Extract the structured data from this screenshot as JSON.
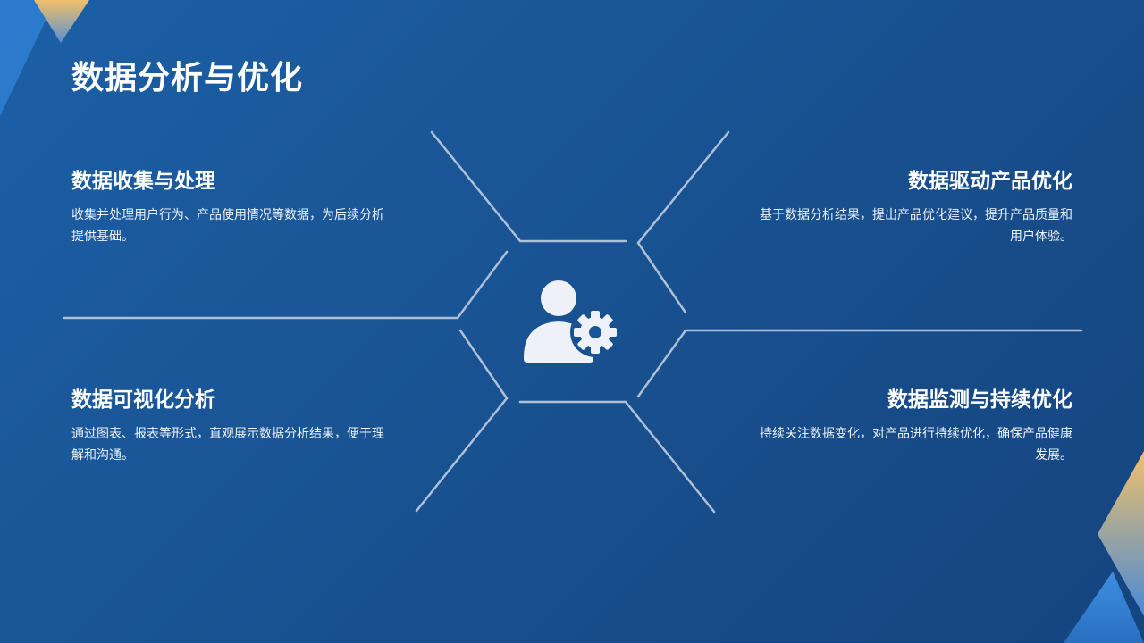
{
  "title": "数据分析与优化",
  "items": [
    {
      "heading": "数据收集与处理",
      "text": "收集并处理用户行为、产品使用情况等数据，为后续分析提供基础。"
    },
    {
      "heading": "数据驱动产品优化",
      "text": "基于数据分析结果，提出产品优化建议，提升产品质量和用户体验。"
    },
    {
      "heading": "数据可视化分析",
      "text": "通过图表、报表等形式，直观展示数据分析结果，便于理解和沟通。"
    },
    {
      "heading": "数据监测与持续优化",
      "text": "持续关注数据变化，对产品进行持续优化，确保产品健康发展。"
    }
  ],
  "center_icon": "user-gear-icon",
  "colors": {
    "background": "#1a5697",
    "accent_gold": "#e8b86a",
    "accent_blue": "#3a86d6",
    "line": "#c8d3e6"
  }
}
